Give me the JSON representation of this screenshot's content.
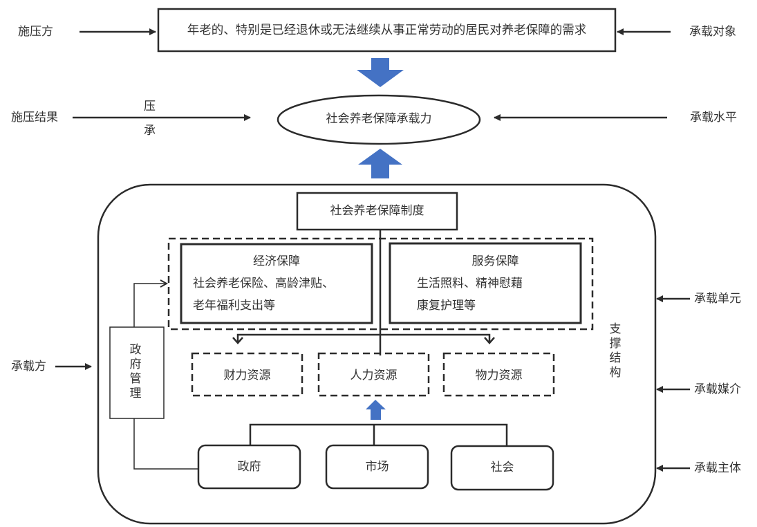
{
  "colors": {
    "line": "#2b2b2b",
    "blue_arrow": "#4472c4",
    "text": "#333333"
  },
  "top": {
    "left_label": "施压方",
    "demand_box": "年老的、特别是已经退休或无法继续从事正常劳动的居民对养老保障的需求",
    "right_label": "承载对象"
  },
  "middle": {
    "left_label": "施压结果",
    "press_label": "压",
    "bear_label": "承",
    "ellipse_label": "社会养老保障承载力",
    "right_label": "承载水平"
  },
  "structure": {
    "system_box": "社会养老保障制度",
    "economic": {
      "title": "经济保障",
      "line1": "社会养老保险、高龄津贴、",
      "line2": "老年福利支出等"
    },
    "service": {
      "title": "服务保障",
      "line1": "生活照料、精神慰藉",
      "line2": "康复护理等"
    },
    "resources": [
      "财力资源",
      "人力资源",
      "物力资源"
    ],
    "gov_management": "政府管理",
    "support_label": "支撑结构",
    "subjects": [
      "政府",
      "市场",
      "社会"
    ]
  },
  "side_labels": {
    "left_bearer": "承载方",
    "right": [
      "承载单元",
      "承载媒介",
      "承载主体"
    ]
  }
}
